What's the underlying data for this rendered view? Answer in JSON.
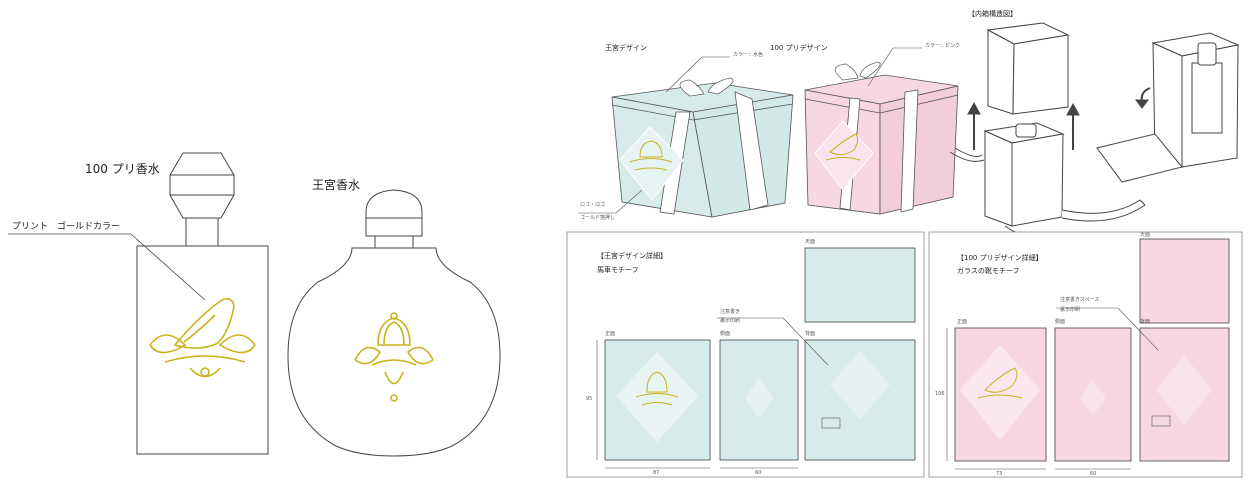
{
  "bottles": {
    "bottle1_label": "100 プリ香水",
    "bottle2_label": "王宮香水",
    "print_note": "プリント　ゴールドカラー"
  },
  "boxes": {
    "royal_label": "王宮デザイン",
    "royal_ribbon_note": "カラー：水色",
    "pri_label": "100 プリデザイン",
    "pri_ribbon_note": "カラー：ピンク",
    "logo_note_1": "ロゴ・ロゴ",
    "logo_note_2": "ゴールド箔押し",
    "inner_title": "【内箱構造図】"
  },
  "panel_royal": {
    "title": "【王宮デザイン詳細】",
    "motif": "馬車モチーフ",
    "top_face": "天面",
    "front_face": "正面",
    "side_face": "側面",
    "back_face": "背面",
    "note_1": "注意書き",
    "note_2": "裏示印刷",
    "dim_front": "87",
    "dim_side": "60",
    "dim_height": "95"
  },
  "panel_pri": {
    "title": "【100 プリデザイン詳細】",
    "motif": "ガラスの靴モチーフ",
    "top_face": "天面",
    "front_face": "正面",
    "side_face": "側面",
    "back_face": "背面",
    "note_1": "注意書きスペース",
    "note_2": "裏示印刷",
    "dim_front": "73",
    "dim_side": "60",
    "dim_height": "106"
  },
  "colors": {
    "gold": "#c9b21c",
    "mint": "#d7ecea",
    "pink": "#f6d7e2",
    "line": "#333333"
  }
}
